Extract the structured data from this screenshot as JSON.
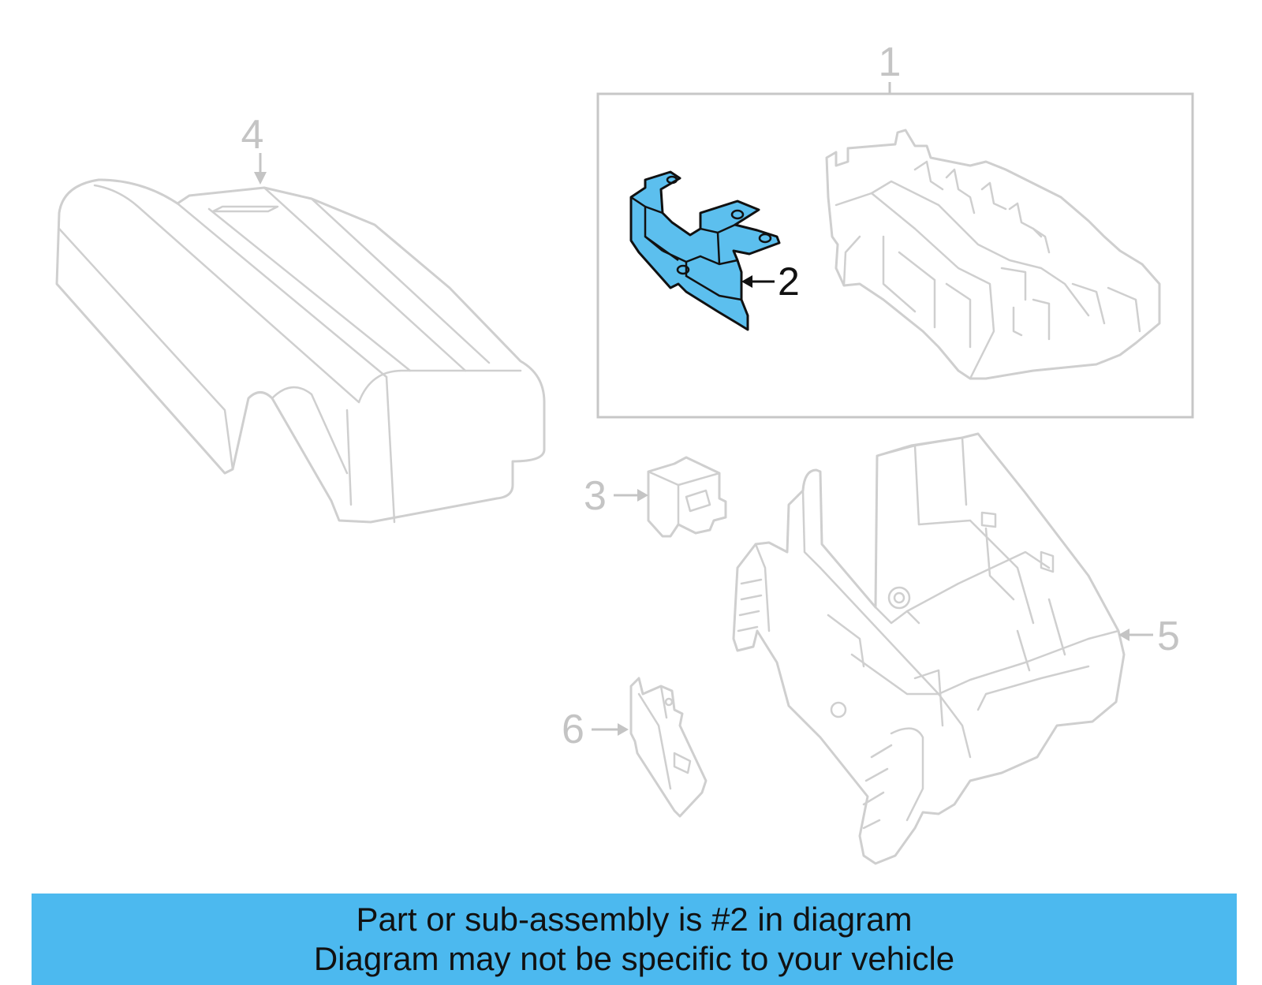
{
  "callouts": [
    {
      "number": "1",
      "highlighted": false
    },
    {
      "number": "2",
      "highlighted": true
    },
    {
      "number": "3",
      "highlighted": false
    },
    {
      "number": "4",
      "highlighted": false
    },
    {
      "number": "5",
      "highlighted": false
    },
    {
      "number": "6",
      "highlighted": false
    }
  ],
  "banner": {
    "line1": "Part or sub-assembly is #2 in diagram",
    "line2": "Diagram may not be specific to your vehicle"
  },
  "colors": {
    "highlight": "#5cbfee",
    "banner": "#4cb9ef",
    "ghost_parts": "#cfcfcf"
  }
}
